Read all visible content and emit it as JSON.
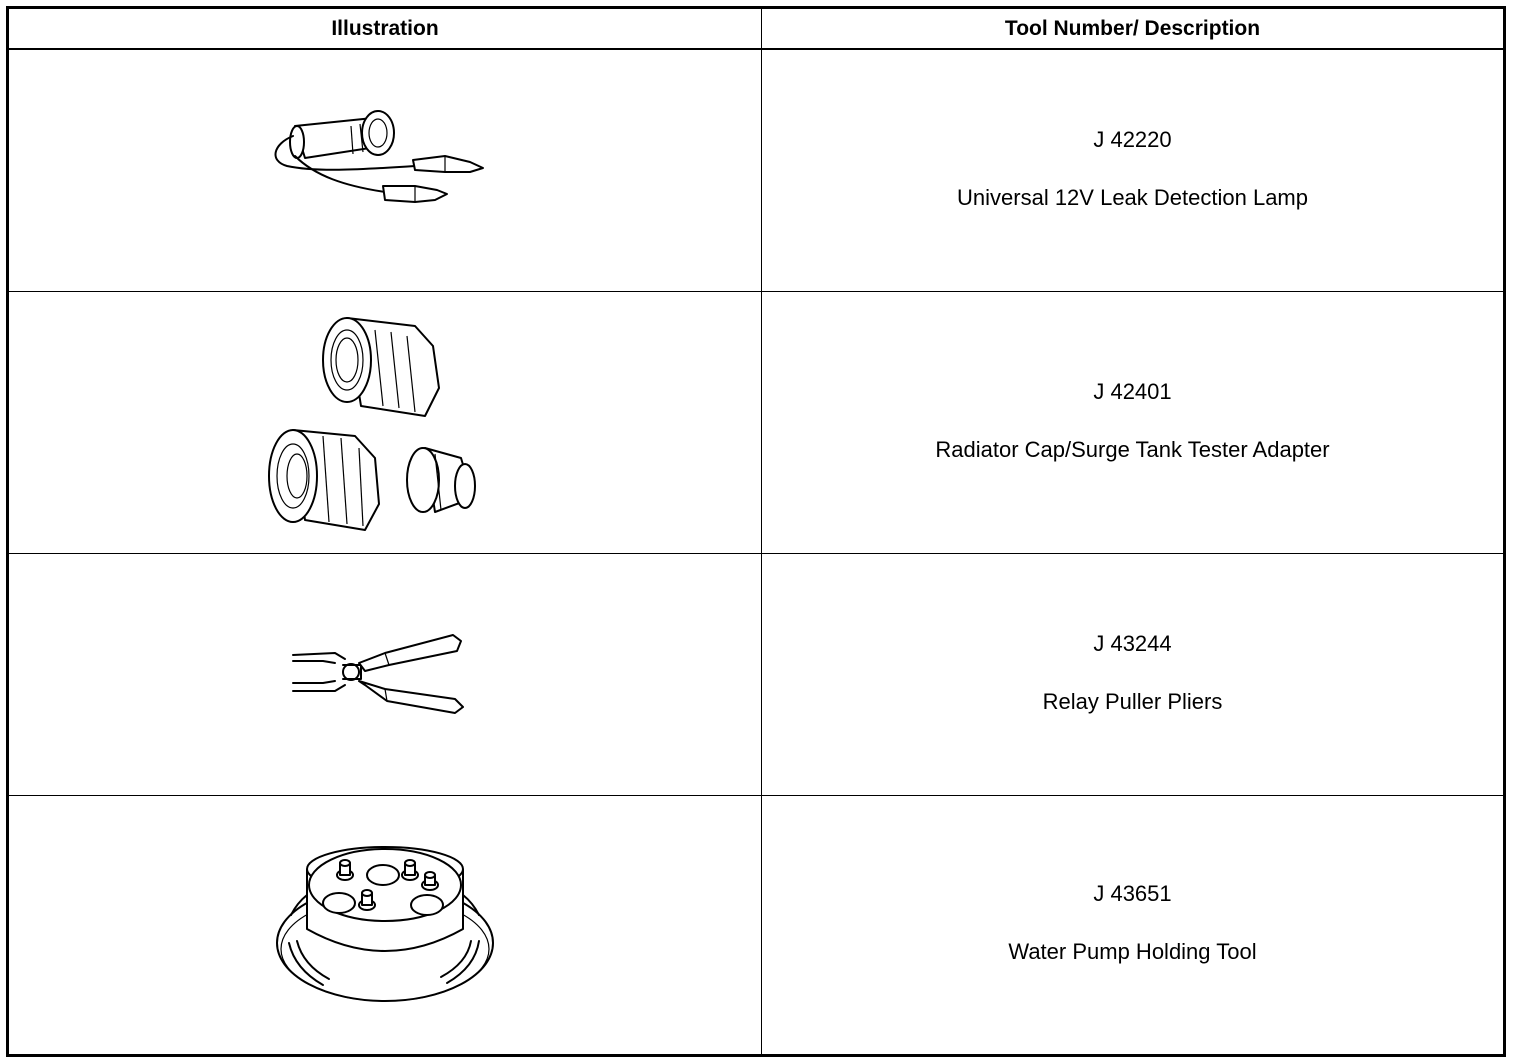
{
  "table": {
    "headers": {
      "illustration": "Illustration",
      "description": "Tool Number/ Description"
    },
    "rows": [
      {
        "tool_number": "J 42220",
        "description": "Universal 12V Leak Detection Lamp",
        "icon": "leak-detection-lamp-icon"
      },
      {
        "tool_number": "J 42401",
        "description": "Radiator Cap/Surge Tank Tester Adapter",
        "icon": "tester-adapter-icon"
      },
      {
        "tool_number": "J 43244",
        "description": "Relay Puller Pliers",
        "icon": "relay-pliers-icon"
      },
      {
        "tool_number": "J 43651",
        "description": "Water Pump Holding Tool",
        "icon": "holding-tool-icon"
      }
    ]
  }
}
